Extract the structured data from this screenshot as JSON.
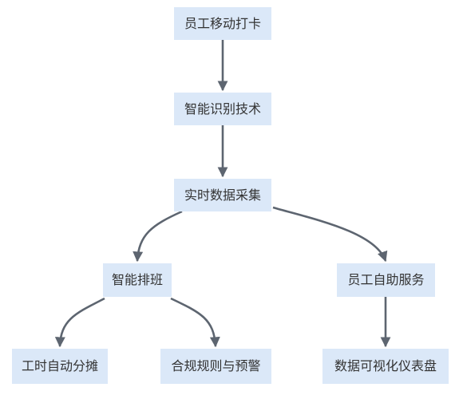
{
  "nodes": {
    "clock": "员工移动打卡",
    "recog": "智能识别技术",
    "collect": "实时数据采集",
    "schedule": "智能排班",
    "self": "员工自助服务",
    "hours": "工时自动分摊",
    "comply": "合规规则与预警",
    "dash": "数据可视化仪表盘"
  },
  "edges": [
    {
      "from": "clock",
      "to": "recog"
    },
    {
      "from": "recog",
      "to": "collect"
    },
    {
      "from": "collect",
      "to": "schedule"
    },
    {
      "from": "collect",
      "to": "self"
    },
    {
      "from": "schedule",
      "to": "hours"
    },
    {
      "from": "schedule",
      "to": "comply"
    },
    {
      "from": "self",
      "to": "dash"
    }
  ],
  "colors": {
    "node_fill": "#dbe8f8",
    "edge": "#5d6570",
    "text": "#333333"
  }
}
